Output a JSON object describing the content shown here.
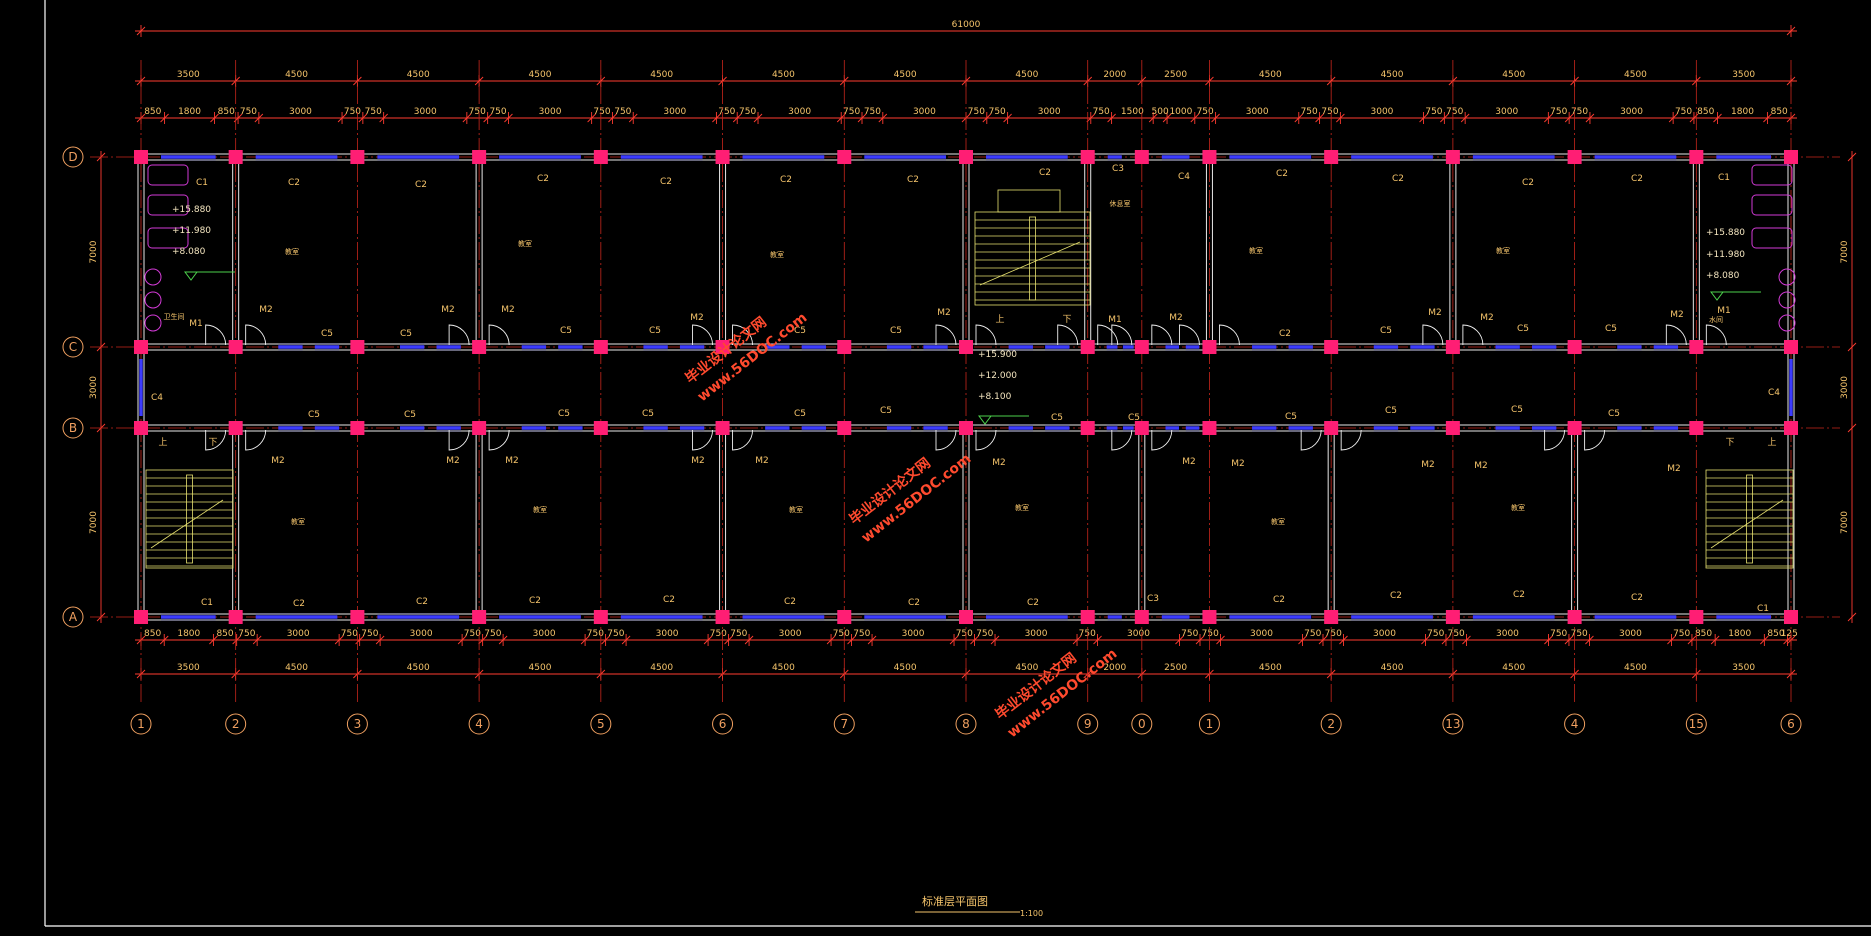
{
  "drawing": {
    "title": "标准层平面图",
    "scale": "1:100",
    "overall_dimension": "61000",
    "row_axes": [
      "D",
      "C",
      "B",
      "A"
    ],
    "column_axes": [
      "1",
      "2",
      "3",
      "4",
      "5",
      "6",
      "7",
      "8",
      "9",
      "0",
      "1",
      "2",
      "13",
      "4",
      "15",
      "6"
    ],
    "bay_dimensions": [
      "3500",
      "4500",
      "4500",
      "4500",
      "4500",
      "4500",
      "4500",
      "4500",
      "2000",
      "2500",
      "4500",
      "4500",
      "4500",
      "4500",
      "3500"
    ],
    "left_row_dimensions": [
      "7000",
      "3000",
      "7000"
    ],
    "right_row_dimensions": [
      "7000",
      "3000",
      "7000"
    ],
    "top_detail_dimensions": [
      "850",
      "1800",
      "850",
      "750",
      "3000",
      "750",
      "750",
      "3000",
      "750",
      "750",
      "3000",
      "750",
      "750",
      "3000",
      "750",
      "750",
      "3000",
      "750",
      "750",
      "3000",
      "750",
      "750",
      "3000",
      "750",
      "1500",
      "500",
      "1000",
      "750",
      "3000",
      "750",
      "750",
      "3000",
      "750",
      "750",
      "3000",
      "750",
      "750",
      "3000",
      "750",
      "850",
      "1800",
      "850"
    ],
    "bottom_detail_dimensions": [
      "850",
      "1800",
      "850",
      "750",
      "3000",
      "750",
      "750",
      "3000",
      "750",
      "750",
      "3000",
      "750",
      "750",
      "3000",
      "750",
      "750",
      "3000",
      "750",
      "750",
      "3000",
      "750",
      "750",
      "3000",
      "750",
      "3000",
      "750",
      "750",
      "3000",
      "750",
      "750",
      "3000",
      "750",
      "750",
      "3000",
      "750",
      "750",
      "3000",
      "750",
      "850",
      "1800",
      "850",
      "125"
    ],
    "rooms": {
      "classroom": "教室",
      "restroom": "卫生间",
      "lounge": "休息室",
      "washroom": "水间"
    },
    "elevations": {
      "left_wc": [
        "+15.880",
        "+11.980",
        "+8.080"
      ],
      "right_wc": [
        "+15.880",
        "+11.980",
        "+8.080"
      ],
      "corridor": [
        "+15.900",
        "+12.000",
        "+8.100"
      ]
    },
    "stair_labels": {
      "up": "上",
      "down": "下"
    },
    "window_labels": {
      "C1": "C1",
      "C2": "C2",
      "C3": "C3",
      "C4": "C4",
      "C5": "C5"
    },
    "door_labels": {
      "M1": "M1",
      "M2": "M2"
    },
    "watermark": {
      "line1": "毕业设计论文网",
      "line2": "www.56DOC.com"
    },
    "colors": {
      "background": "#000000",
      "dimension": "#ff3b30",
      "text": "#f5c46b",
      "column": "#ff1e74",
      "window": "#3b3bff",
      "wall": "#e8e8e8",
      "fixture": "#d23ad6",
      "watermark": "#ff4a2e"
    }
  }
}
